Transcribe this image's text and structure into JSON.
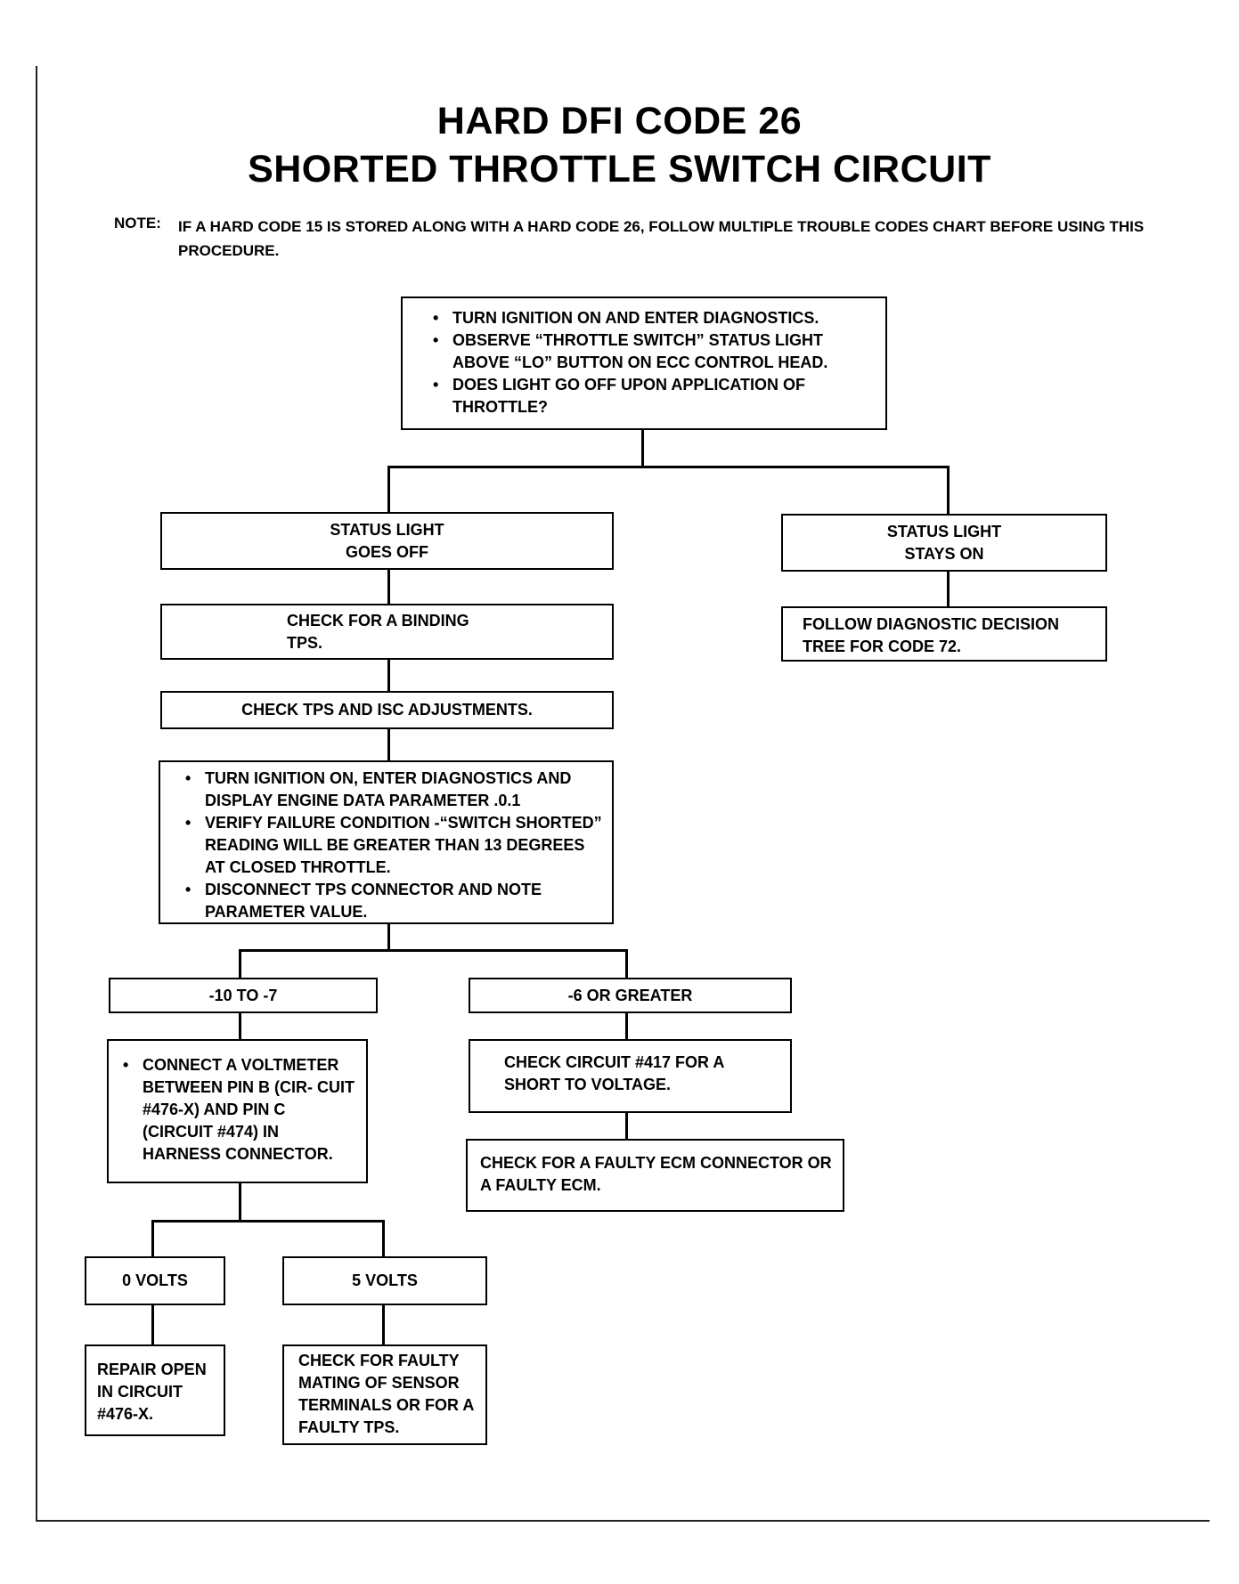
{
  "title": {
    "line1": "HARD DFI CODE 26",
    "line2": "SHORTED THROTTLE SWITCH CIRCUIT"
  },
  "note": {
    "label": "NOTE:",
    "text": "IF A HARD CODE 15 IS STORED ALONG WITH A HARD CODE 26, FOLLOW MULTIPLE TROUBLE CODES CHART BEFORE USING THIS PROCEDURE."
  },
  "nodes": {
    "start": [
      "TURN IGNITION ON AND ENTER DIAGNOSTICS.",
      "OBSERVE “THROTTLE SWITCH” STATUS LIGHT ABOVE “LO” BUTTON ON ECC CONTROL HEAD.",
      "DOES LIGHT GO OFF UPON APPLICATION OF THROTTLE?"
    ],
    "goes_off": "STATUS LIGHT GOES OFF",
    "stays_on": "STATUS LIGHT STAYS ON",
    "check_binding": "CHECK FOR A BINDING TPS.",
    "follow_tree": "FOLLOW DIAGNOSTIC DECISION TREE FOR CODE 72.",
    "check_tps_isc": "CHECK TPS AND ISC ADJUSTMENTS.",
    "diag_steps": [
      "TURN IGNITION ON, ENTER DIAGNOSTICS AND DISPLAY ENGINE DATA PARAMETER .0.1",
      "VERIFY FAILURE CONDITION -“SWITCH SHORTED” READING WILL BE GREATER THAN 13 DEGREES AT CLOSED THROTTLE.",
      "DISCONNECT TPS CONNECTOR AND NOTE PARAMETER VALUE."
    ],
    "range_low": "-10 TO -7",
    "range_high": "-6 OR GREATER",
    "voltmeter": [
      "CONNECT A VOLTMETER BETWEEN PIN B (CIR- CUIT #476-X) AND PIN C (CIRCUIT #474) IN HARNESS CONNECTOR."
    ],
    "check_417": "CHECK CIRCUIT #417 FOR A SHORT TO VOLTAGE.",
    "check_ecm": "CHECK FOR A FAULTY ECM CONNECTOR OR A FAULTY ECM.",
    "zero_volts": "0 VOLTS",
    "five_volts": "5 VOLTS",
    "repair_open": "REPAIR OPEN IN CIRCUIT #476-X.",
    "check_mating": "CHECK FOR FAULTY MATING OF SENSOR TERMINALS OR FOR A FAULTY TPS."
  }
}
